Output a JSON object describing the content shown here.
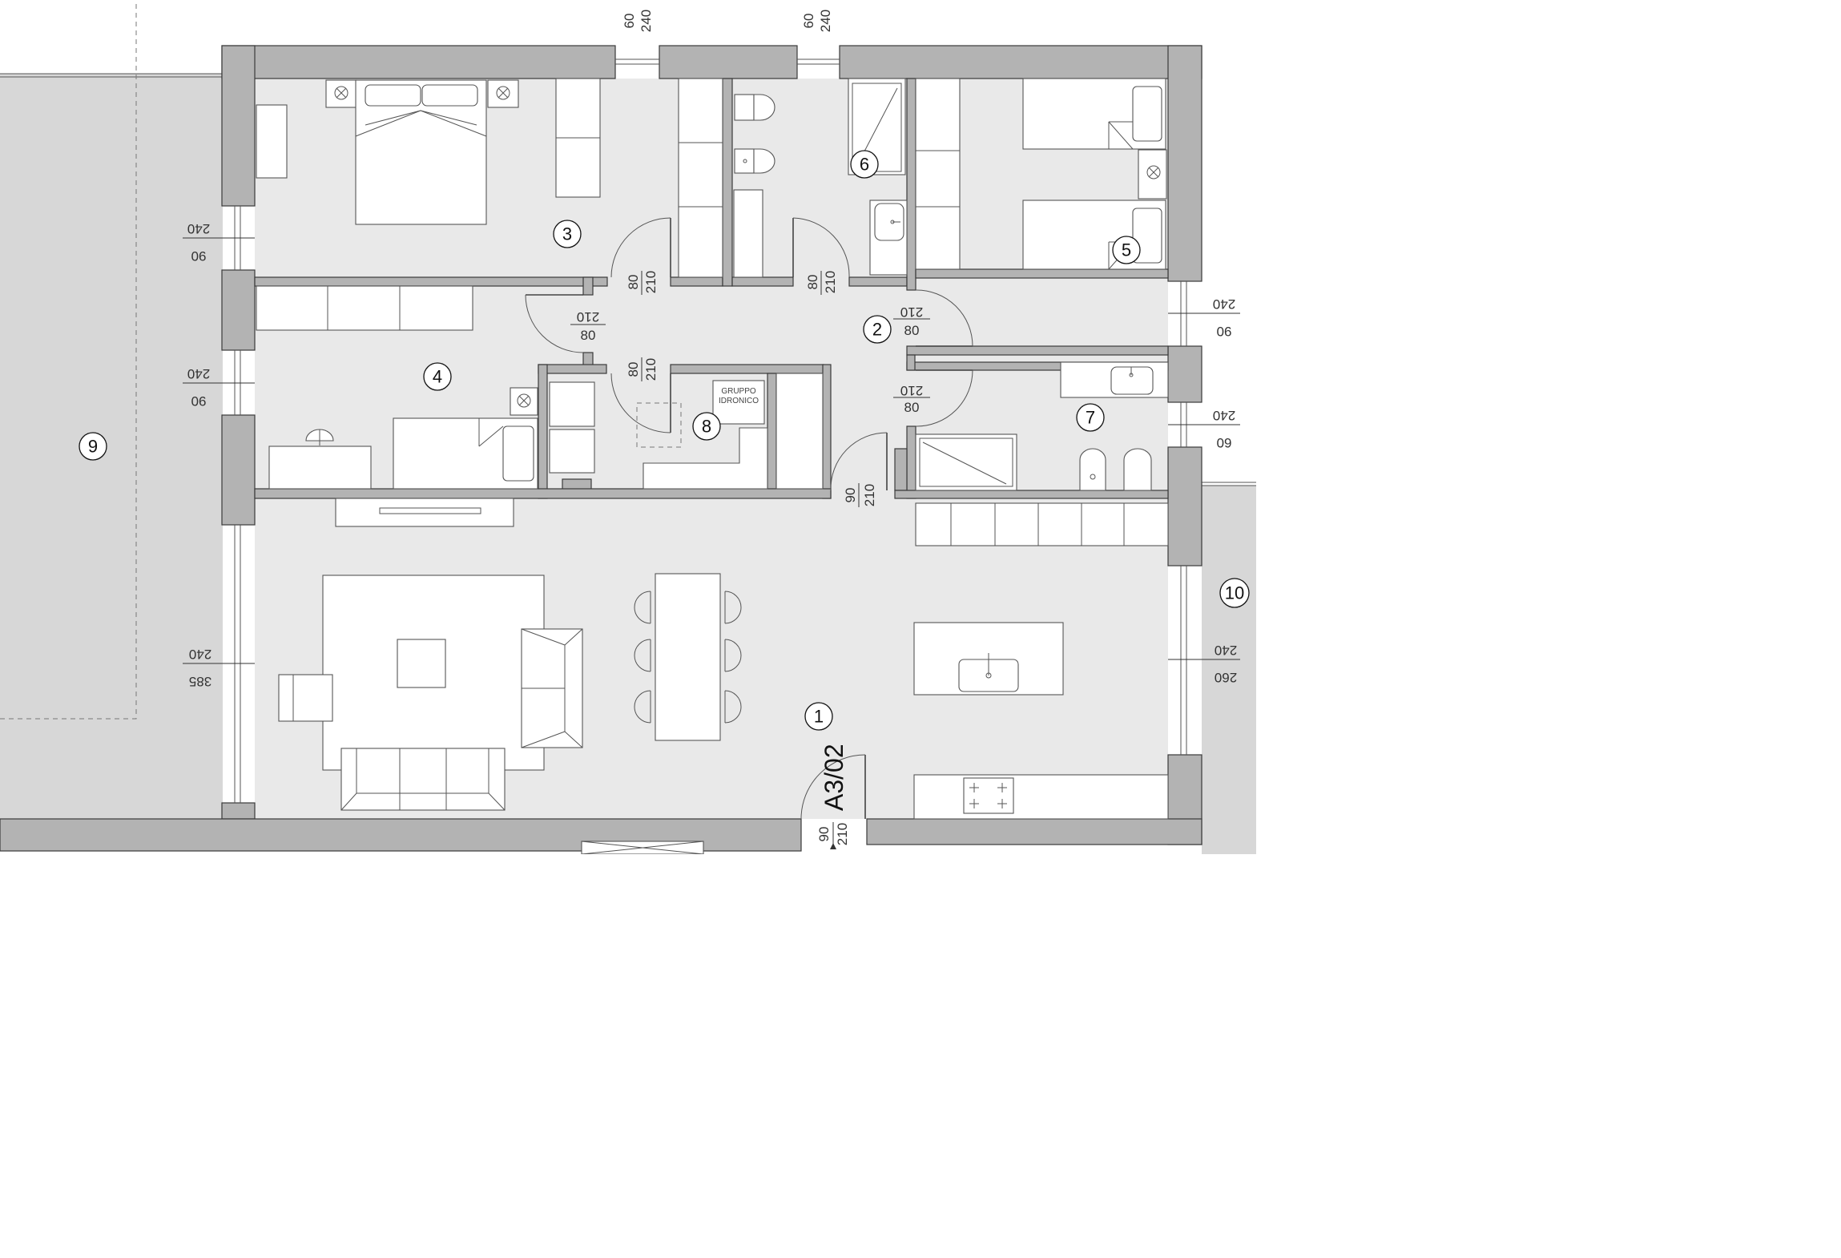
{
  "rooms": [
    {
      "num": "1"
    },
    {
      "num": "2"
    },
    {
      "num": "3"
    },
    {
      "num": "4"
    },
    {
      "num": "5"
    },
    {
      "num": "6"
    },
    {
      "num": "7"
    },
    {
      "num": "8"
    },
    {
      "num": "9"
    },
    {
      "num": "10"
    }
  ],
  "unit_id": "A3/02",
  "equipment_label": [
    "GRUPPO",
    "IDRONICO"
  ],
  "door_dims": [
    {
      "w": "80",
      "h": "210"
    },
    {
      "w": "80",
      "h": "210"
    },
    {
      "w": "80",
      "h": "210"
    },
    {
      "w": "80",
      "h": "210"
    },
    {
      "w": "80",
      "h": "210"
    },
    {
      "w": "80",
      "h": "210"
    },
    {
      "w": "90",
      "h": "210"
    }
  ],
  "window_dims": [
    {
      "a": "60",
      "b": "240"
    },
    {
      "a": "60",
      "b": "240"
    },
    {
      "a": "90",
      "b": "240"
    },
    {
      "a": "90",
      "b": "240"
    },
    {
      "a": "385",
      "b": "240"
    },
    {
      "a": "90",
      "b": "240"
    },
    {
      "a": "60",
      "b": "240"
    },
    {
      "a": "260",
      "b": "240"
    }
  ]
}
